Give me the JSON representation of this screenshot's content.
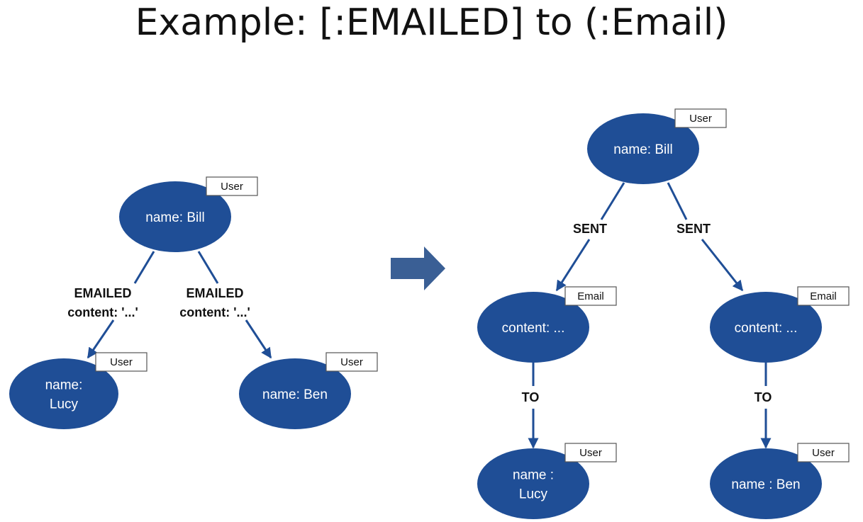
{
  "title": "Example: [:EMAILED] to (:Email)",
  "colors": {
    "node_fill": "#1f4e96",
    "arrow_fill": "#3a5f95"
  },
  "left_graph": {
    "nodes": [
      {
        "id": "bill",
        "label": "User",
        "props": [
          "name: Bill"
        ]
      },
      {
        "id": "lucy",
        "label": "User",
        "props": [
          "name:",
          "Lucy"
        ]
      },
      {
        "id": "ben",
        "label": "User",
        "props": [
          "name: Ben"
        ]
      }
    ],
    "edges": [
      {
        "from": "bill",
        "to": "lucy",
        "lines": [
          "EMAILED",
          "content: '...'"
        ]
      },
      {
        "from": "bill",
        "to": "ben",
        "lines": [
          "EMAILED",
          "content: '...'"
        ]
      }
    ]
  },
  "right_graph": {
    "nodes": [
      {
        "id": "bill",
        "label": "User",
        "props": [
          "name: Bill"
        ]
      },
      {
        "id": "email1",
        "label": "Email",
        "props": [
          "content: ..."
        ]
      },
      {
        "id": "email2",
        "label": "Email",
        "props": [
          "content: ..."
        ]
      },
      {
        "id": "lucy",
        "label": "User",
        "props": [
          "name :",
          "Lucy"
        ]
      },
      {
        "id": "ben",
        "label": "User",
        "props": [
          "name : Ben"
        ]
      }
    ],
    "edges": [
      {
        "from": "bill",
        "to": "email1",
        "lines": [
          "SENT"
        ]
      },
      {
        "from": "bill",
        "to": "email2",
        "lines": [
          "SENT"
        ]
      },
      {
        "from": "email1",
        "to": "lucy",
        "lines": [
          "TO"
        ]
      },
      {
        "from": "email2",
        "to": "ben",
        "lines": [
          "TO"
        ]
      }
    ]
  }
}
